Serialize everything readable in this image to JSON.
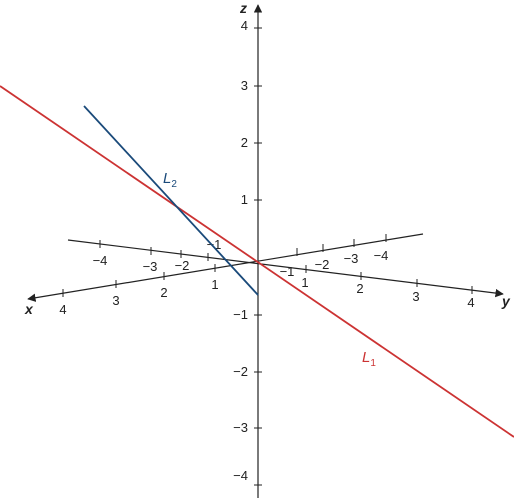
{
  "axes": {
    "x": {
      "name": "x",
      "tick_labels": [
        "4",
        "3",
        "2",
        "1",
        "−1",
        "−2",
        "−3",
        "−4"
      ]
    },
    "y": {
      "name": "y",
      "tick_labels": [
        "4",
        "3",
        "2",
        "1",
        "−1",
        "−2",
        "−3",
        "−4"
      ]
    },
    "z": {
      "name": "z",
      "tick_labels": [
        "4",
        "3",
        "2",
        "1",
        "−1",
        "−2",
        "−3",
        "−4"
      ]
    }
  },
  "lines": [
    {
      "id": "L1",
      "label_main": "L",
      "label_sub": "1",
      "color": "#cc3333"
    },
    {
      "id": "L2",
      "label_main": "L",
      "label_sub": "2",
      "color": "#1a4a7a"
    }
  ],
  "colors": {
    "axis": "#222222",
    "background": "#ffffff"
  }
}
